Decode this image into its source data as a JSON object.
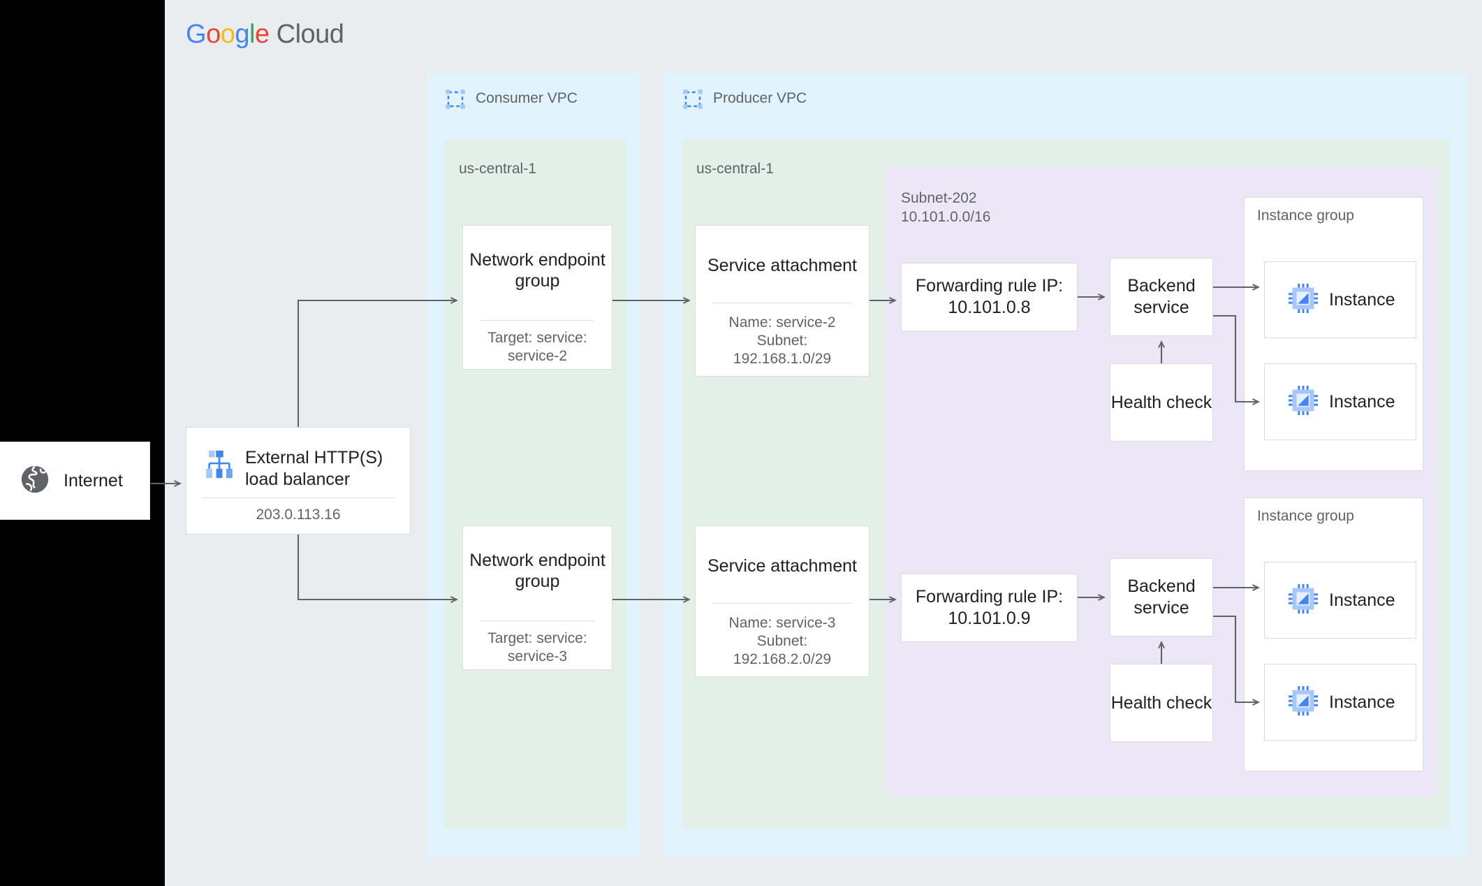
{
  "brand": {
    "logo_google": "Google",
    "logo_cloud": "Cloud",
    "letters": [
      "G",
      "o",
      "o",
      "g",
      "l",
      "e"
    ]
  },
  "internet": {
    "label": "Internet",
    "icon": "globe-icon"
  },
  "load_balancer": {
    "title": "External HTTP(S)\nload balancer",
    "ip": "203.0.113.16",
    "icon": "load-balancer-icon"
  },
  "consumer_vpc": {
    "label": "Consumer VPC",
    "icon": "vpc-icon",
    "region": {
      "label": "us-central-1"
    },
    "negs": [
      {
        "title": "Network\nendpoint group",
        "sub": "Target: service:\nservice-2"
      },
      {
        "title": "Network\nendpoint group",
        "sub": "Target: service:\nservice-3"
      }
    ]
  },
  "producer_vpc": {
    "label": "Producer VPC",
    "icon": "vpc-icon",
    "region": {
      "label": "us-central-1"
    },
    "service_attachments": [
      {
        "title": "Service attachment",
        "sub": "Name: service-2\nSubnet:\n192.168.1.0/29"
      },
      {
        "title": "Service attachment",
        "sub": "Name: service-3\nSubnet:\n192.168.2.0/29"
      }
    ],
    "subnet": {
      "name": "Subnet-202",
      "cidr": "10.101.0.0/16",
      "label": "Subnet-202\n10.101.0.0/16",
      "stacks": [
        {
          "forwarding_rule": "Forwarding rule\nIP: 10.101.0.8",
          "backend_service": "Backend\nservice",
          "health_check": "Health\ncheck",
          "instance_group": {
            "label": "Instance group",
            "instances": [
              {
                "label": "Instance",
                "icon": "instance-chip-icon"
              },
              {
                "label": "Instance",
                "icon": "instance-chip-icon"
              }
            ]
          }
        },
        {
          "forwarding_rule": "Forwarding rule\nIP: 10.101.0.9",
          "backend_service": "Backend\nservice",
          "health_check": "Health\ncheck",
          "instance_group": {
            "label": "Instance group",
            "instances": [
              {
                "label": "Instance",
                "icon": "instance-chip-icon"
              },
              {
                "label": "Instance",
                "icon": "instance-chip-icon"
              }
            ]
          }
        }
      ]
    }
  },
  "colors": {
    "background": "#eaedef",
    "vpc": "#e1f4fd",
    "region": "#e2f0e8",
    "subnet": "#ede6f7",
    "card": "#ffffff",
    "border": "#dadce0",
    "arrow": "#5f6368",
    "text": "#202124",
    "muted": "#5f6368",
    "accent_blue": "#4285f4"
  }
}
